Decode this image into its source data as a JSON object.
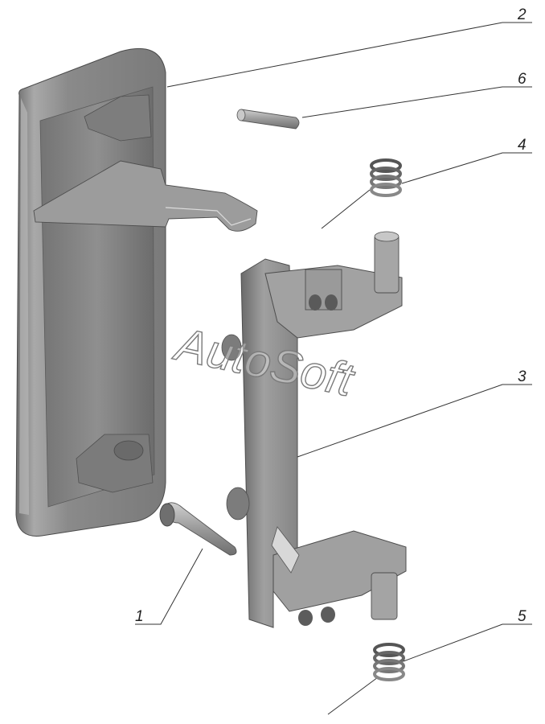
{
  "callouts": {
    "c1": "1",
    "c2": "2",
    "c3": "3",
    "c4": "4",
    "c5": "5",
    "c6": "6"
  },
  "watermark": "AutoSoft",
  "colors": {
    "part_base": "#8e8e8e",
    "part_light": "#c8c8c8",
    "part_dark": "#5a5a5a",
    "leader": "#333333"
  }
}
